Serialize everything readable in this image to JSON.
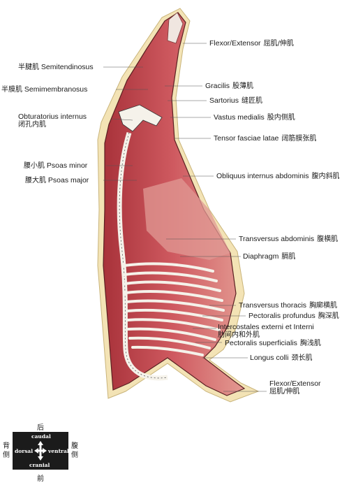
{
  "labels": {
    "flexor_top": {
      "en": "Flexor/Extensor",
      "zh": "屈肌/伸肌"
    },
    "semitendinosus": {
      "en": "Semitendinosus",
      "zh": "半腱肌"
    },
    "semimembranosus": {
      "en": "Semimembranosus",
      "zh": "半膜肌"
    },
    "gracilis": {
      "en": "Gracilis",
      "zh": "股薄肌"
    },
    "sartorius": {
      "en": "Sartorius",
      "zh": "缝匠肌"
    },
    "obturatorius": {
      "en": "Obturatorius internus",
      "zh": "闭孔内肌"
    },
    "vastus": {
      "en": "Vastus medialis",
      "zh": "股内侧肌"
    },
    "tensor": {
      "en": "Tensor fasciae latae",
      "zh": "阔筋膜张肌"
    },
    "psoas_minor": {
      "en": "Psoas minor",
      "zh": "腰小肌"
    },
    "psoas_major": {
      "en": "Psoas major",
      "zh": "腰大肌"
    },
    "obliquus": {
      "en": "Obliquus internus abdominis",
      "zh": "腹内斜肌"
    },
    "transversus_abd": {
      "en": "Transversus abdominis",
      "zh": "腹横肌"
    },
    "diaphragm": {
      "en": "Diaphragm",
      "zh": "膈肌"
    },
    "transversus_thor": {
      "en": "Transversus thoracis",
      "zh": "胸廓横肌"
    },
    "pect_profundus": {
      "en": "Pectoralis profundus",
      "zh": "胸深肌"
    },
    "intercostales": {
      "en": "Intercostales externi et Interni",
      "zh": "肋间内和外肌"
    },
    "pect_superficialis": {
      "en": "Pectoralis superficialis",
      "zh": "胸浅肌"
    },
    "longus": {
      "en": "Longus colli",
      "zh": "颈长肌"
    },
    "flexor_bottom": {
      "en": "Flexor/Extensor",
      "zh": "屈肌/伸肌"
    }
  },
  "orientation": {
    "caudal": "caudal",
    "cranial": "cranial",
    "dorsal": "dorsal",
    "ventral": "ventral",
    "zh_top": "后",
    "zh_bottom": "前",
    "zh_left": "背侧",
    "zh_right": "腹侧"
  },
  "colors": {
    "muscle": "#c0484f",
    "muscle_light": "#d9777a",
    "fat": "#f3e3b5",
    "bone": "#f5f2ea",
    "outline": "#5a1f22"
  }
}
